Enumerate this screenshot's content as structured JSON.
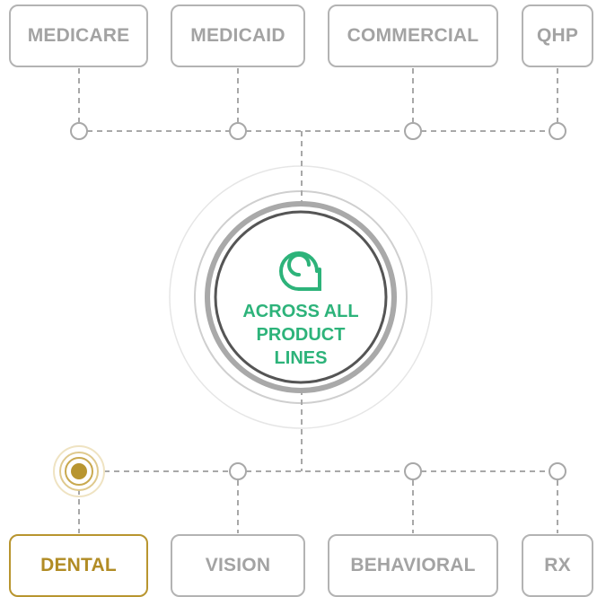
{
  "top_items": [
    {
      "label": "MEDICARE"
    },
    {
      "label": "MEDICAID"
    },
    {
      "label": "COMMERCIAL"
    },
    {
      "label": "QHP"
    }
  ],
  "bottom_items": [
    {
      "label": "DENTAL",
      "active": true
    },
    {
      "label": "VISION",
      "active": false
    },
    {
      "label": "BEHAVIORAL",
      "active": false
    },
    {
      "label": "RX",
      "active": false
    }
  ],
  "center": {
    "line1": "ACROSS ALL",
    "line2": "PRODUCT",
    "line3": "LINES",
    "logo_icon": "q-logo-icon"
  },
  "colors": {
    "box_border": "#b3b3b3",
    "box_text": "#a3a3a3",
    "active": "#b8952f",
    "accent_green": "#2db37a",
    "connector": "#a8a8a8",
    "circle_dark": "#555555"
  }
}
